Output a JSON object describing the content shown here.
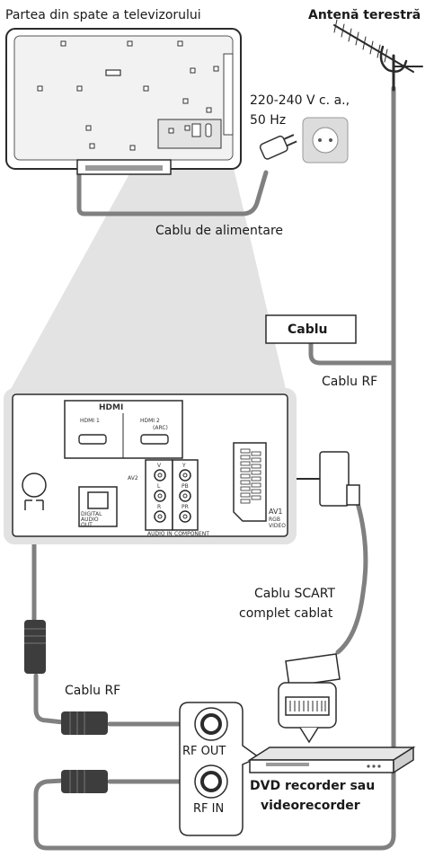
{
  "labels": {
    "tv_rear": "Partea din spate a televizorului",
    "antenna": "Antenă terestră",
    "voltage": "220-240 V c. a.,",
    "frequency": "50 Hz",
    "power_cable": "Cablu de alimentare",
    "cable_box": "Cablu",
    "rf_cable_top": "Cablu RF",
    "scart_cable_line1": "Cablu SCART",
    "scart_cable_line2": "complet cablat",
    "rf_cable_bottom": "Cablu RF",
    "rf_out": "RF OUT",
    "rf_in": "RF IN",
    "recorder_line1": "DVD recorder sau",
    "recorder_line2": "videorecorder"
  },
  "panel_labels": {
    "hdmi_logo": "HDMI",
    "hdmi1": "HDMI 1",
    "hdmi2": "HDMI 2",
    "arc": "(ARC)",
    "av2": "AV2",
    "v": "V",
    "l": "L",
    "r": "R",
    "y": "Y",
    "pb": "PB",
    "pr": "PR",
    "audio_in": "AUDIO IN",
    "component": "COMPONENT",
    "digital": "DIGITAL",
    "audio": "AUDIO",
    "out": "OUT",
    "av1": "AV1",
    "rgb": "RGB",
    "video": "VIDEO"
  },
  "colors": {
    "cable": "#808080",
    "panel": "#e2e2e2",
    "outline": "#2b2b2b"
  }
}
